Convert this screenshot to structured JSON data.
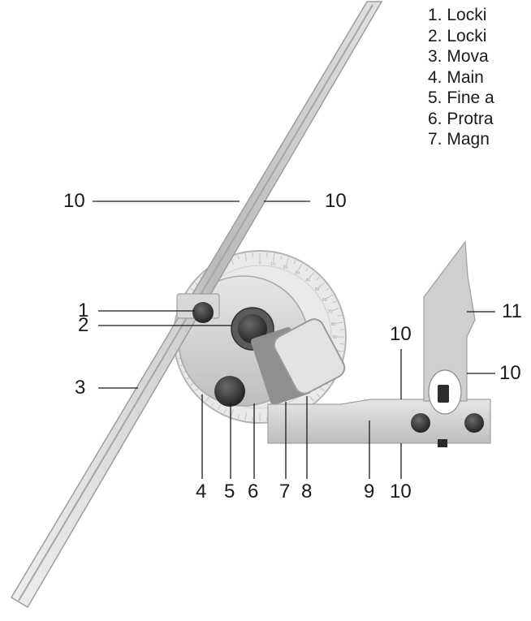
{
  "legend": {
    "items": [
      "1. Locki",
      "2. Locki",
      "3. Mova",
      "4. Main",
      "5. Fine a",
      "6. Protra",
      "7. Magn"
    ]
  },
  "callouts": {
    "c10_top_left": "10",
    "c10_top_right": "10",
    "c1": "1",
    "c2": "2",
    "c3": "3",
    "c4": "4",
    "c5": "5",
    "c6": "6",
    "c7": "7",
    "c8": "8",
    "c9": "9",
    "c10_bottom": "10",
    "c10_mid": "10",
    "c11": "11",
    "c10_right": "10"
  },
  "dial_scale": [
    "0",
    "10",
    "20",
    "30",
    "40",
    "50",
    "60",
    "70",
    "80",
    "90"
  ],
  "colors": {
    "metal_light": "#dcdcdc",
    "metal_mid": "#c4c4c4",
    "metal_dark": "#9a9a9a",
    "knob": "#3a3a3a",
    "text": "#1a1a1a"
  }
}
